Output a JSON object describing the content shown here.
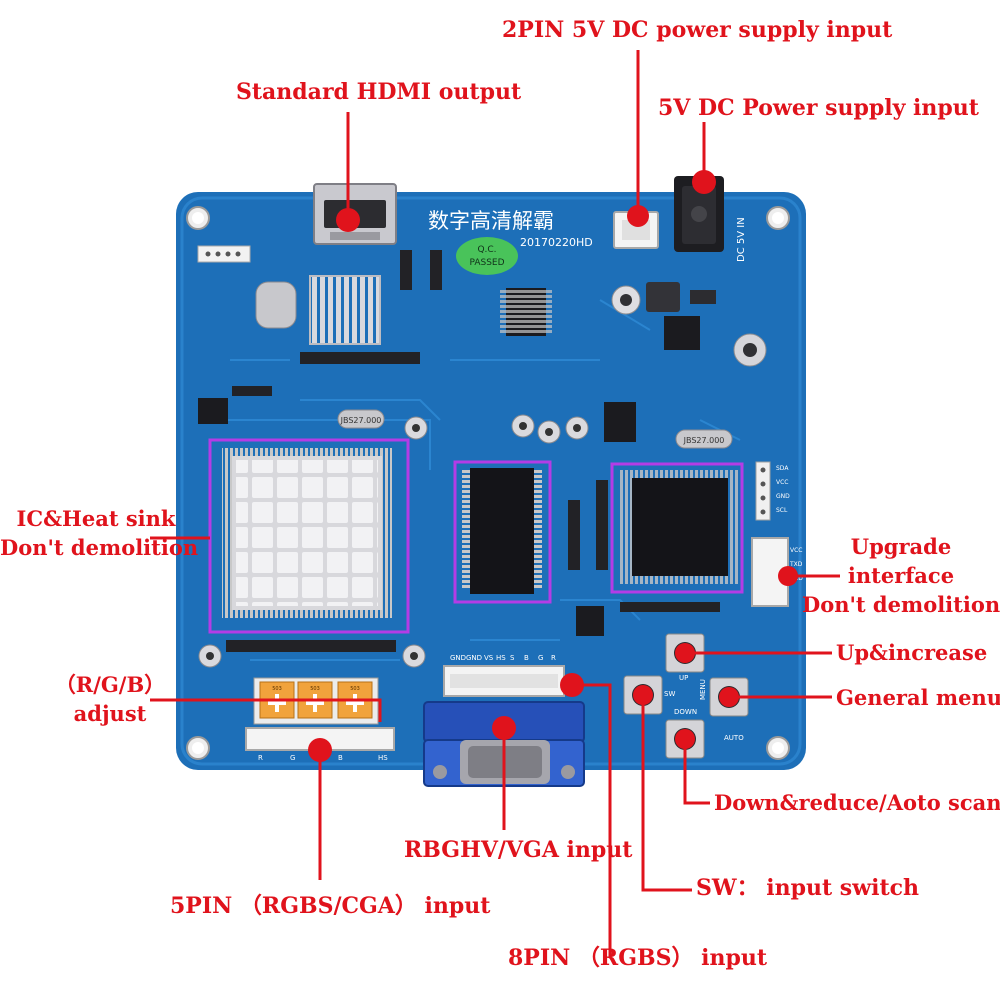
{
  "board": {
    "silkscreen_title": "数字高清解霸",
    "board_date": "20170220HD",
    "qc_badge": [
      "Q.C.",
      "PASSED"
    ],
    "dc_jack_label": "DC 5V IN",
    "crystal_labels": [
      "JBS27.000",
      "JBS27.000"
    ],
    "header_pin_labels": [
      "GND",
      "GND",
      "VS",
      "HS",
      "S",
      "B",
      "G",
      "R"
    ],
    "upgrade_pin_labels": [
      "SDA",
      "VCC",
      "GND",
      "SCL"
    ],
    "upgrade_conn_labels": [
      "VCC",
      "TXD",
      "RXD"
    ],
    "button_labels": {
      "up": "UP",
      "menu": "MENU",
      "down": "DOWN",
      "sw": "SW",
      "auto": "AUTO"
    },
    "bottom_conn_labels": [
      "R",
      "G",
      "B",
      "HS"
    ],
    "pot_labels": [
      "503",
      "503",
      "503"
    ]
  },
  "callouts": {
    "pin2_power": "2PIN 5V DC power supply input",
    "hdmi": "Standard HDMI output",
    "dc_power": "5V DC Power supply input",
    "ic_heatsink": [
      "IC&Heat sink",
      "Don't demolition"
    ],
    "upgrade": [
      "Upgrade",
      "interface",
      "Don't demolition"
    ],
    "up": "Up&increase",
    "menu": "General menu",
    "rgb_adjust": [
      "（R/G/B）",
      "adjust"
    ],
    "down": "Down&reduce/Aoto scan",
    "vga": "RBGHV/VGA input",
    "sw": "SW： input switch",
    "pin5": "5PIN （RGBS/CGA） input",
    "pin8": "8PIN （RGBS） input"
  },
  "colors": {
    "callout": "#e0131c",
    "pcb": "#1d6fb8",
    "highlight": "#b43ce6"
  }
}
